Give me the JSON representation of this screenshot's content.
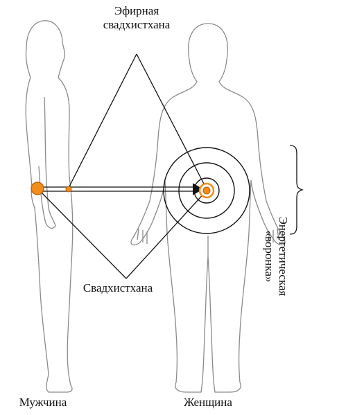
{
  "labels": {
    "ether_line1": "Эфирная",
    "ether_line2": "свадхистхана",
    "svadhisthana": "Свадхистхана",
    "man": "Мужчина",
    "woman": "Женщина",
    "funnel_line1": "Энергетическая",
    "funnel_line2": "«воронка»"
  },
  "colors": {
    "chakra_fill": "#f28c1a",
    "chakra_stroke": "#b85a00",
    "body_outline": "#8a8a8a",
    "line": "#111111"
  }
}
